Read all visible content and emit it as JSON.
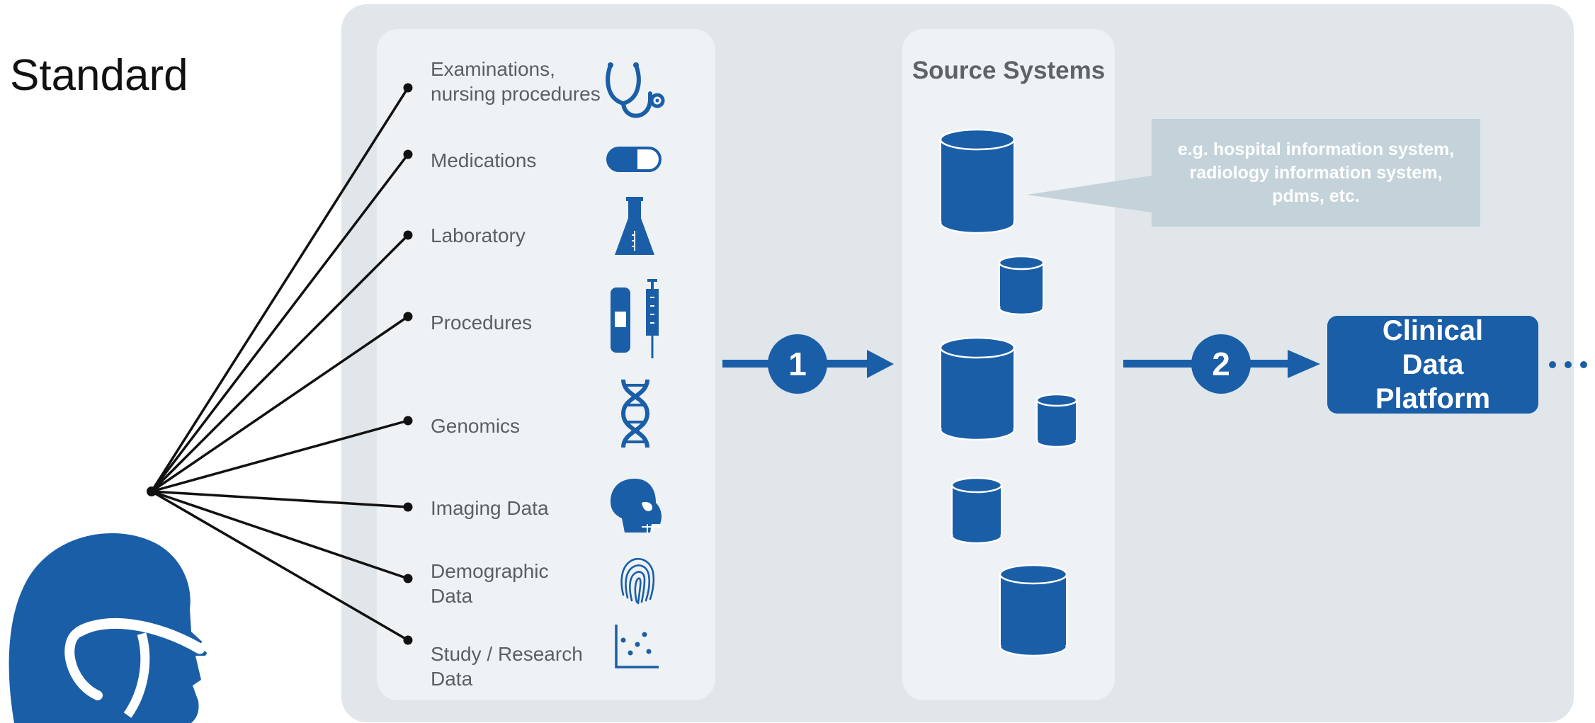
{
  "title": "Standard",
  "data_sources": [
    {
      "label": "Examinations, nursing procedures",
      "icon": "stethoscope-icon"
    },
    {
      "label": "Medications",
      "icon": "pill-icon"
    },
    {
      "label": "Laboratory",
      "icon": "flask-icon"
    },
    {
      "label": "Procedures",
      "icon": "bandage-syringe-icon"
    },
    {
      "label": "Genomics",
      "icon": "dna-icon"
    },
    {
      "label": "Imaging Data",
      "icon": "skull-icon"
    },
    {
      "label": "Demographic Data",
      "icon": "fingerprint-icon"
    },
    {
      "label": "Study / Research Data",
      "icon": "scatter-plot-icon"
    }
  ],
  "source_systems": {
    "title": "Source Systems",
    "callout": "e.g. hospital information system, radiology information system, pdms, etc."
  },
  "steps": [
    {
      "number": "1"
    },
    {
      "number": "2"
    }
  ],
  "platform": {
    "label": "Clinical Data Platform"
  },
  "colors": {
    "brand_blue": "#1b5ea8",
    "panel_bg": "#e0e6ea",
    "inner_panel_bg": "#eef2f5",
    "callout_bg": "#c4d2da",
    "text_gray": "#5c5f62"
  }
}
